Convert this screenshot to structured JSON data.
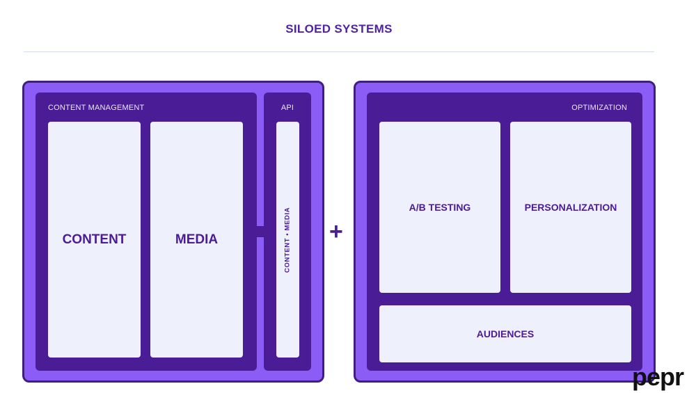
{
  "title": "SILOED SYSTEMS",
  "left_panel": {
    "content_management_label": "CONTENT MANAGEMENT",
    "api_label": "API",
    "content_card": "CONTENT",
    "media_card": "MEDIA",
    "api_card_vertical": "CONTENT • MEDIA"
  },
  "plus_symbol": "+",
  "right_panel": {
    "optimization_label": "OPTIMIZATION",
    "ab_testing_card": "A/B TESTING",
    "personalization_card": "PERSONALIZATION",
    "audiences_card": "AUDIENCES"
  },
  "logo": {
    "text": "pepr"
  },
  "colors": {
    "title": "#4f22a6",
    "panel_outer": "#8b5cf6",
    "panel_inner": "#4a1c96",
    "card": "#eef0fb"
  }
}
